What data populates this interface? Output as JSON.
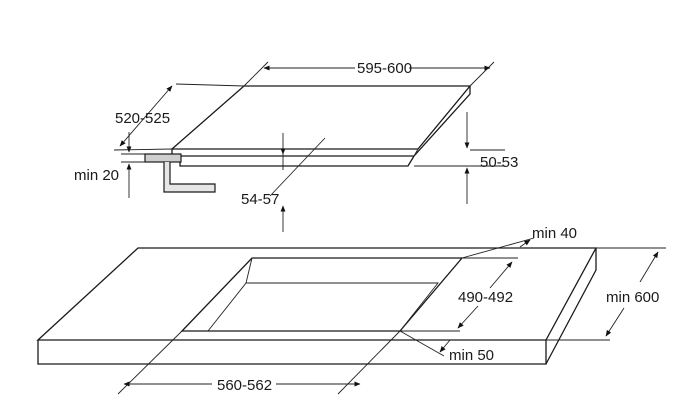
{
  "dimensions": {
    "hob_width": "595-600",
    "hob_depth": "520-525",
    "hob_height": "50-53",
    "hob_inset": "54-57",
    "edge_min": "min 20",
    "cutout_back_min": "min 40",
    "cutout_depth": "490-492",
    "worktop_depth_min": "min 600",
    "cutout_front_min": "min 50",
    "cutout_width": "560-562"
  }
}
